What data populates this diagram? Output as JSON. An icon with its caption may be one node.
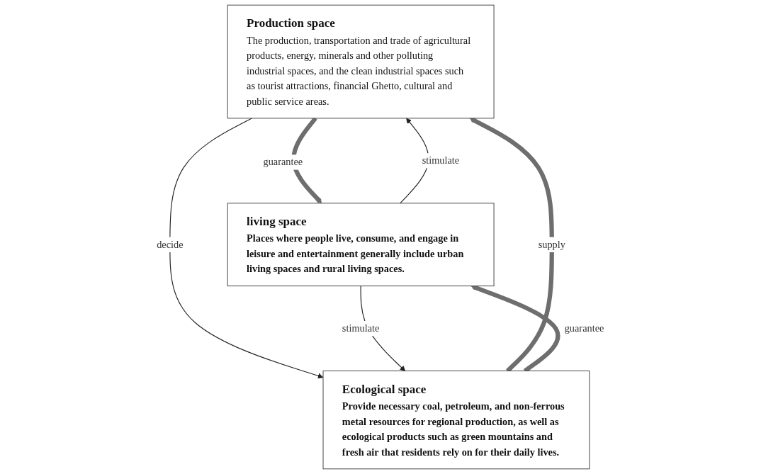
{
  "diagram": {
    "nodes": [
      {
        "text": [
          "Production space",
          "The production, transportation and trade of agricultural products, energy, minerals and other polluting industrial spaces, and the clean industrial spaces such as tourist attractions, financial Ghetto, cultural and public service areas."
        ]
      },
      {
        "text": [
          "Ecological space",
          "Provide necessary coal, petroleum, and non-ferrous metal resources for regional production, as well as ecological products such as green mountains and fresh air that residents rely on for their daily lives."
        ]
      },
      {
        "text": [
          "living space",
          "Places where people live, consume, and engage in leisure and entertainment generally include urban living spaces and rural living spaces."
        ]
      }
    ],
    "edges": [
      {
        "from": 1,
        "to": 0,
        "arrow": "to",
        "label": "supply",
        "style": "thick",
        "color": "#6e6e6e"
      },
      {
        "from": 0,
        "to": 2,
        "arrow": "to",
        "label": "guarantee",
        "style": "thick",
        "color": "#6e6e6e"
      },
      {
        "from": 0,
        "to": 1,
        "arrow": "to",
        "label": "decide"
      },
      {
        "from": 2,
        "to": 0,
        "arrow": "to",
        "label": "stimulate"
      },
      {
        "from": 2,
        "to": 1,
        "arrow": "to",
        "label": "stimulate"
      },
      {
        "from": 1,
        "to": 2,
        "arrow": "to",
        "label": "guarantee",
        "style": "thick",
        "color": "#6e6e6e"
      }
    ]
  }
}
